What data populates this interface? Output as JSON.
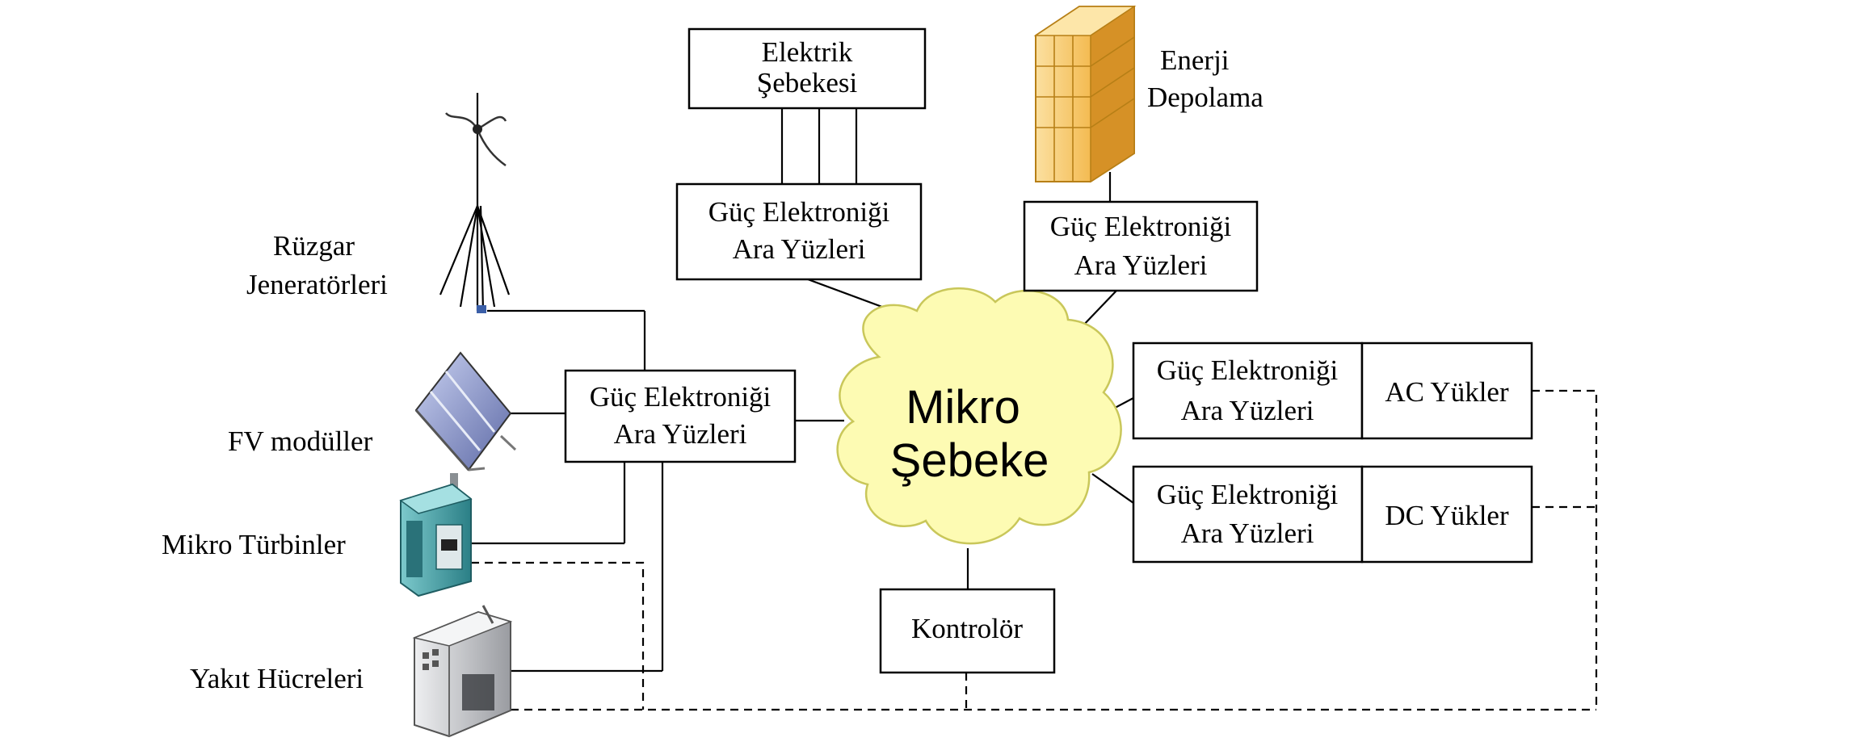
{
  "cloud": {
    "line1": "Mikro",
    "line2": "Şebeke"
  },
  "grid": {
    "line1": "Elektrik",
    "line2": "Şebekesi"
  },
  "storage": {
    "line1": "Enerji",
    "line2": "Depolama"
  },
  "interfaces": {
    "grid": {
      "line1": "Güç Elektroniği",
      "line2": "Ara Yüzleri"
    },
    "storage": {
      "line1": "Güç Elektroniği",
      "line2": "Ara Yüzleri"
    },
    "sources": {
      "line1": "Güç Elektroniği",
      "line2": "Ara Yüzleri"
    },
    "ac": {
      "line1": "Güç Elektroniği",
      "line2": "Ara Yüzleri"
    },
    "dc": {
      "line1": "Güç Elektroniği",
      "line2": "Ara Yüzleri"
    }
  },
  "loads": {
    "ac": "AC Yükler",
    "dc": "DC Yükler"
  },
  "controller": "Kontrolör",
  "sources": {
    "wind": {
      "line1": "Rüzgar",
      "line2": "Jeneratörleri"
    },
    "pv": "FV modüller",
    "turbine": "Mikro Türbinler",
    "fuel": "Yakıt Hücreleri"
  },
  "colors": {
    "cloud_fill": "#fdfbb3",
    "cloud_stroke": "#c9c75a",
    "storage_fill": "#f3b84c",
    "pv_fill": "#7a86bb",
    "turbine_fill": "#3e9aa0",
    "fuel_fill": "#c7c9cc"
  },
  "icons": [
    "wind-turbine-icon",
    "solar-panel-icon",
    "micro-turbine-icon",
    "fuel-cell-icon",
    "battery-storage-icon"
  ]
}
